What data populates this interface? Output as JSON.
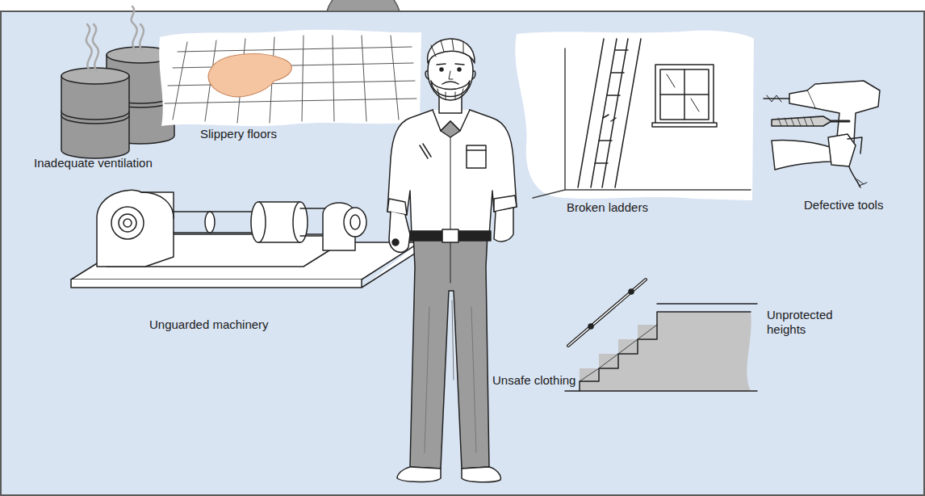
{
  "diagram": {
    "labels": [
      "Inadequate ventilation",
      "Slippery floors",
      "Broken ladders",
      "Defective tools",
      "Unprotected heights",
      "Unguarded machinery",
      "Unsafe clothing"
    ]
  }
}
